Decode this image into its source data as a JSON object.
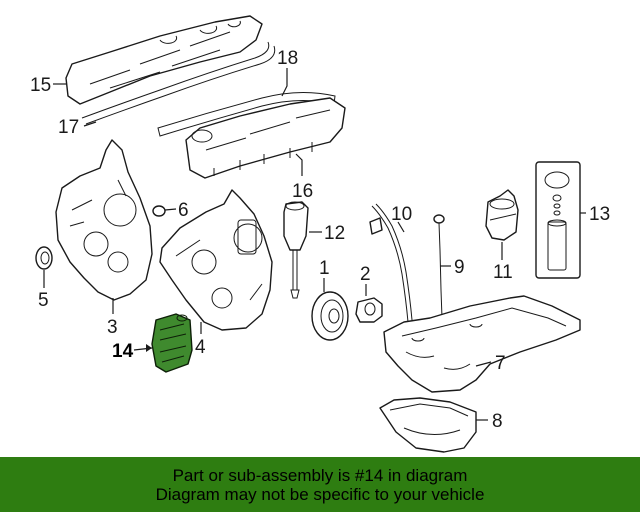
{
  "callouts": {
    "c1": "1",
    "c2": "2",
    "c3": "3",
    "c4": "4",
    "c5": "5",
    "c6": "6",
    "c7": "7",
    "c8": "8",
    "c9": "9",
    "c10": "10",
    "c11": "11",
    "c12": "12",
    "c13": "13",
    "c14": "14",
    "c15": "15",
    "c16": "16",
    "c17": "17",
    "c18": "18"
  },
  "highlighted_part": "14",
  "colors": {
    "banner": "#2e7d11",
    "highlight_part": "#3f8a2e"
  },
  "banner": {
    "line1": "Part or sub-assembly is #14 in diagram",
    "line2": "Diagram may not be specific to your vehicle"
  }
}
